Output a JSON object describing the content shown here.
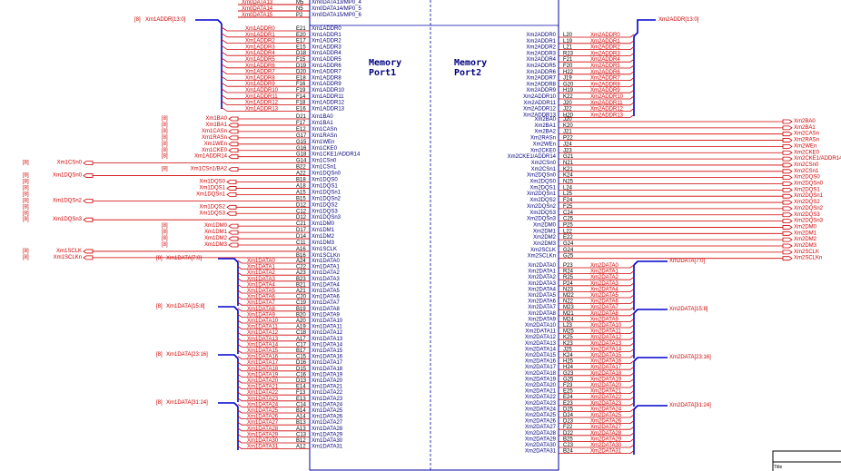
{
  "colors": {
    "wire": "#d00000",
    "bus": "#0000cc",
    "pin_text": "#000080",
    "box": "#0000a0",
    "background": "#ffffff"
  },
  "ports": {
    "port1": [
      "Memory",
      "Port1"
    ],
    "port2": [
      "Memory",
      "Port2"
    ]
  },
  "title_block": {
    "label": "Title"
  },
  "left": {
    "top_pins": [
      {
        "pin": "Xm0DATA13/MP0_4",
        "num": "M5",
        "net": "Xm0DATA13"
      },
      {
        "pin": "Xm0DATA14/MP0_5",
        "num": "N5",
        "net": "Xm0DATA14"
      },
      {
        "pin": "Xm0DATA15/MP0_6",
        "num": "P2",
        "net": "Xm0DATA15"
      }
    ],
    "addr_bus": {
      "tag": "[8]",
      "name": "Xm1ADDR[13:0]"
    },
    "addr": [
      {
        "pin": "Xm1ADDR0",
        "num": "E21",
        "net": "Xm1ADDR0"
      },
      {
        "pin": "Xm1ADDR1",
        "num": "E20",
        "net": "Xm1ADDR1"
      },
      {
        "pin": "Xm1ADDR2",
        "num": "E17",
        "net": "Xm1ADDR2"
      },
      {
        "pin": "Xm1ADDR3",
        "num": "E15",
        "net": "Xm1ADDR3"
      },
      {
        "pin": "Xm1ADDR4",
        "num": "D18",
        "net": "Xm1ADDR4"
      },
      {
        "pin": "Xm1ADDR5",
        "num": "F15",
        "net": "Xm1ADDR5"
      },
      {
        "pin": "Xm1ADDR6",
        "num": "D19",
        "net": "Xm1ADDR6"
      },
      {
        "pin": "Xm1ADDR7",
        "num": "D20",
        "net": "Xm1ADDR7"
      },
      {
        "pin": "Xm1ADDR8",
        "num": "E18",
        "net": "Xm1ADDR8"
      },
      {
        "pin": "Xm1ADDR9",
        "num": "F16",
        "net": "Xm1ADDR9"
      },
      {
        "pin": "Xm1ADDR10",
        "num": "F19",
        "net": "Xm1ADDR10"
      },
      {
        "pin": "Xm1ADDR11",
        "num": "F14",
        "net": "Xm1ADDR11"
      },
      {
        "pin": "Xm1ADDR12",
        "num": "F18",
        "net": "Xm1ADDR12"
      },
      {
        "pin": "Xm1ADDR13",
        "num": "E16",
        "net": "Xm1ADDR13"
      }
    ],
    "ctrl": [
      {
        "pin": "Xm1BA0",
        "num": "D21",
        "net": "Xm1BA0",
        "tag": "[8]",
        "port": "out",
        "align": "near"
      },
      {
        "pin": "Xm1BA1",
        "num": "F17",
        "net": "Xm1BA1",
        "tag": "[8]",
        "port": "out",
        "align": "near"
      },
      {
        "pin": "Xm1CASn",
        "num": "E12",
        "net": "Xm1CASn",
        "tag": "[8]",
        "port": "out",
        "align": "near"
      },
      {
        "pin": "Xm1RASn",
        "num": "G17",
        "net": "Xm1RASn",
        "tag": "[8]",
        "port": "out",
        "align": "near"
      },
      {
        "pin": "Xm1WEn",
        "num": "G15",
        "net": "Xm1WEn",
        "tag": "[8]",
        "port": "out",
        "align": "near"
      },
      {
        "pin": "Xm1CKE0",
        "num": "G16",
        "net": "Xm1CKE0",
        "tag": "[8]",
        "port": "out",
        "align": "near"
      },
      {
        "pin": "Xm1CKE1/ADDR14",
        "num": "G18",
        "net": "Xm1ADDR14",
        "tag": "[8]",
        "port": "out",
        "align": "near"
      },
      {
        "pin": "Xm1CSn0",
        "num": "G14",
        "net": "Xm1CSn0",
        "tag": "[8]",
        "port": "out",
        "align": "far"
      },
      {
        "pin": "Xm1CSn1",
        "num": "B22",
        "net": "Xm1CSn1/BA2",
        "tag": "[8]",
        "port": "out",
        "align": "near"
      },
      {
        "pin": "Xm1DQSn0",
        "num": "A22",
        "net": "Xm1DQSn0",
        "tag": "[8]",
        "port": "bi",
        "align": "far"
      },
      {
        "pin": "Xm1DQS0",
        "num": "B18",
        "net": "Xm1DQS0",
        "tag": "[8]",
        "port": "bi",
        "align": "mid"
      },
      {
        "pin": "Xm1DQS1",
        "num": "A18",
        "net": "Xm1DQS1",
        "tag": "[8]",
        "port": "bi",
        "align": "mid"
      },
      {
        "pin": "Xm1DQSn1",
        "num": "A15",
        "net": "Xm1DQSn1",
        "tag": "[8]",
        "port": "bi",
        "align": "mid"
      },
      {
        "pin": "Xm1DQSn2",
        "num": "B15",
        "net": "Xm1DQSn2",
        "tag": "[8]",
        "port": "bi",
        "align": "far"
      },
      {
        "pin": "Xm1DQS2",
        "num": "D12",
        "net": "Xm1DQS2",
        "tag": "[8]",
        "port": "bi",
        "align": "mid"
      },
      {
        "pin": "Xm1DQS3",
        "num": "C12",
        "net": "Xm1DQS3",
        "tag": "[8]",
        "port": "bi",
        "align": "mid"
      },
      {
        "pin": "Xm1DQSn3",
        "num": "D12",
        "net": "Xm1DQSn3",
        "tag": "[8]",
        "port": "bi",
        "align": "far"
      },
      {
        "pin": "Xm1DM0",
        "num": "C21",
        "net": "Xm1DM0",
        "tag": "[8]",
        "port": "out",
        "align": "near"
      },
      {
        "pin": "Xm1DM1",
        "num": "D17",
        "net": "Xm1DM1",
        "tag": "[8]",
        "port": "out",
        "align": "near"
      },
      {
        "pin": "Xm1DM2",
        "num": "D14",
        "net": "Xm1DM2",
        "tag": "[8]",
        "port": "out",
        "align": "near"
      },
      {
        "pin": "Xm1DM3",
        "num": "C11",
        "net": "Xm1DM3",
        "tag": "[8]",
        "port": "out",
        "align": "near"
      },
      {
        "pin": "Xm1SCLK",
        "num": "A16",
        "net": "Xm1SCLK",
        "tag": "[8]",
        "port": "out",
        "align": "far"
      },
      {
        "pin": "Xm1SCLKn",
        "num": "B16",
        "net": "Xm1SCLKn",
        "tag": "[8]",
        "port": "out",
        "align": "far"
      }
    ],
    "data_buses": [
      {
        "tag": "[8]",
        "name": "Xm1DATA[7:0]"
      },
      {
        "tag": "[8]",
        "name": "Xm1DATA[15:8]"
      },
      {
        "tag": "[8]",
        "name": "Xm1DATA[23:16]"
      },
      {
        "tag": "[8]",
        "name": "Xm1DATA[31:24]"
      }
    ],
    "data": [
      {
        "pin": "Xm1DATA0",
        "num": "A24",
        "net": "Xm1DATA0"
      },
      {
        "pin": "Xm1DATA1",
        "num": "C22",
        "net": "Xm1DATA1"
      },
      {
        "pin": "Xm1DATA2",
        "num": "A23",
        "net": "Xm1DATA2"
      },
      {
        "pin": "Xm1DATA3",
        "num": "B23",
        "net": "Xm1DATA3"
      },
      {
        "pin": "Xm1DATA4",
        "num": "B21",
        "net": "Xm1DATA4"
      },
      {
        "pin": "Xm1DATA5",
        "num": "A21",
        "net": "Xm1DATA5"
      },
      {
        "pin": "Xm1DATA6",
        "num": "C20",
        "net": "Xm1DATA6"
      },
      {
        "pin": "Xm1DATA7",
        "num": "C19",
        "net": "Xm1DATA7"
      },
      {
        "pin": "Xm1DATA8",
        "num": "B19",
        "net": "Xm1DATA8"
      },
      {
        "pin": "Xm1DATA9",
        "num": "B20",
        "net": "Xm1DATA9"
      },
      {
        "pin": "Xm1DATA10",
        "num": "A20",
        "net": "Xm1DATA10"
      },
      {
        "pin": "Xm1DATA11",
        "num": "A19",
        "net": "Xm1DATA11"
      },
      {
        "pin": "Xm1DATA12",
        "num": "C18",
        "net": "Xm1DATA12"
      },
      {
        "pin": "Xm1DATA13",
        "num": "A17",
        "net": "Xm1DATA13"
      },
      {
        "pin": "Xm1DATA14",
        "num": "C17",
        "net": "Xm1DATA14"
      },
      {
        "pin": "Xm1DATA15",
        "num": "B17",
        "net": "Xm1DATA15"
      },
      {
        "pin": "Xm1DATA16",
        "num": "C15",
        "net": "Xm1DATA16"
      },
      {
        "pin": "Xm1DATA17",
        "num": "D16",
        "net": "Xm1DATA17"
      },
      {
        "pin": "Xm1DATA18",
        "num": "D15",
        "net": "Xm1DATA18"
      },
      {
        "pin": "Xm1DATA19",
        "num": "C16",
        "net": "Xm1DATA19"
      },
      {
        "pin": "Xm1DATA20",
        "num": "D13",
        "net": "Xm1DATA20"
      },
      {
        "pin": "Xm1DATA21",
        "num": "E14",
        "net": "Xm1DATA21"
      },
      {
        "pin": "Xm1DATA22",
        "num": "F13",
        "net": "Xm1DATA22"
      },
      {
        "pin": "Xm1DATA23",
        "num": "E13",
        "net": "Xm1DATA23"
      },
      {
        "pin": "Xm1DATA24",
        "num": "C14",
        "net": "Xm1DATA24"
      },
      {
        "pin": "Xm1DATA25",
        "num": "B14",
        "net": "Xm1DATA25"
      },
      {
        "pin": "Xm1DATA26",
        "num": "A14",
        "net": "Xm1DATA26"
      },
      {
        "pin": "Xm1DATA27",
        "num": "B13",
        "net": "Xm1DATA27"
      },
      {
        "pin": "Xm1DATA28",
        "num": "A13",
        "net": "Xm1DATA28"
      },
      {
        "pin": "Xm1DATA29",
        "num": "C13",
        "net": "Xm1DATA29"
      },
      {
        "pin": "Xm1DATA30",
        "num": "B12",
        "net": "Xm1DATA30"
      },
      {
        "pin": "Xm1DATA31",
        "num": "A12",
        "net": "Xm1DATA31"
      }
    ]
  },
  "right": {
    "addr_bus": {
      "name": "Xm2ADDR[13:0]"
    },
    "addr": [
      {
        "pin": "Xm2ADDR0",
        "num": "L20",
        "net": "Xm2ADDR0"
      },
      {
        "pin": "Xm2ADDR1",
        "num": "L19",
        "net": "Xm2ADDR1"
      },
      {
        "pin": "Xm2ADDR2",
        "num": "L21",
        "net": "Xm2ADDR2"
      },
      {
        "pin": "Xm2ADDR3",
        "num": "R23",
        "net": "Xm2ADDR3"
      },
      {
        "pin": "Xm2ADDR4",
        "num": "F21",
        "net": "Xm2ADDR4"
      },
      {
        "pin": "Xm2ADDR5",
        "num": "F20",
        "net": "Xm2ADDR5"
      },
      {
        "pin": "Xm2ADDR6",
        "num": "H22",
        "net": "Xm2ADDR6"
      },
      {
        "pin": "Xm2ADDR7",
        "num": "J19",
        "net": "Xm2ADDR7"
      },
      {
        "pin": "Xm2ADDR8",
        "num": "G20",
        "net": "Xm2ADDR8"
      },
      {
        "pin": "Xm2ADDR9",
        "num": "H19",
        "net": "Xm2ADDR9"
      },
      {
        "pin": "Xm2ADDR10",
        "num": "K22",
        "net": "Xm2ADDR10"
      },
      {
        "pin": "Xm2ADDR11",
        "num": "J20",
        "net": "Xm2ADDR11"
      },
      {
        "pin": "Xm2ADDR12",
        "num": "J22",
        "net": "Xm2ADDR12"
      },
      {
        "pin": "Xm2ADDR13",
        "num": "H20",
        "net": "Xm2ADDR13"
      }
    ],
    "ctrl": [
      {
        "pin": "Xm2BA0",
        "num": "J20",
        "net": "Xm2BA0",
        "port": "out"
      },
      {
        "pin": "Xm2BA1",
        "num": "K20",
        "net": "Xm2BA1",
        "port": "out"
      },
      {
        "pin": "Xm2BA2",
        "num": "J21",
        "net": "Xm2CASn",
        "port": "out"
      },
      {
        "pin": "Xm2RASn",
        "num": "P22",
        "net": "Xm2RASn",
        "port": "out"
      },
      {
        "pin": "Xm2WEn",
        "num": "J24",
        "net": "Xm2WEn",
        "port": "out"
      },
      {
        "pin": "Xm2CKE0",
        "num": "J23",
        "net": "Xm2CKE0",
        "port": "out"
      },
      {
        "pin": "Xm2CKE1/ADDR14",
        "num": "G21",
        "net": "Xm2CKE1/ADDR14",
        "port": "out"
      },
      {
        "pin": "Xm2CSn0",
        "num": "N21",
        "net": "Xm2CSn0",
        "port": "out"
      },
      {
        "pin": "Xm2CSn1",
        "num": "K21",
        "net": "Xm2CSn1",
        "port": "out"
      },
      {
        "pin": "Xm2DQSn0",
        "num": "K24",
        "net": "Xm2DQS0",
        "port": "bi"
      },
      {
        "pin": "Xm2DQS0",
        "num": "N25",
        "net": "Xm2DQSn0",
        "port": "bi"
      },
      {
        "pin": "Xm2DQS1",
        "num": "L24",
        "net": "Xm2DQS1",
        "port": "bi"
      },
      {
        "pin": "Xm2DQSn1",
        "num": "L25",
        "net": "Xm2DQSn1",
        "port": "bi"
      },
      {
        "pin": "Xm2DQS2",
        "num": "F24",
        "net": "Xm2DQS2",
        "port": "bi"
      },
      {
        "pin": "Xm2DQSn2",
        "num": "F25",
        "net": "Xm2DQSn2",
        "port": "bi"
      },
      {
        "pin": "Xm2DQS3",
        "num": "C24",
        "net": "Xm2DQS3",
        "port": "bi"
      },
      {
        "pin": "Xm2DQSn3",
        "num": "C25",
        "net": "Xm2DQSn3",
        "port": "bi"
      },
      {
        "pin": "Xm2DM0",
        "num": "P25",
        "net": "Xm2DM0",
        "port": "out"
      },
      {
        "pin": "Xm2DM1",
        "num": "L22",
        "net": "Xm2DM1",
        "port": "out"
      },
      {
        "pin": "Xm2DM2",
        "num": "E22",
        "net": "Xm2DM2",
        "port": "out"
      },
      {
        "pin": "Xm2DM3",
        "num": "G24",
        "net": "Xm2DM3",
        "port": "out"
      },
      {
        "pin": "Xm2SCLK",
        "num": "G24",
        "net": "Xm2SCLK",
        "port": "out"
      },
      {
        "pin": "Xm2SCLKn",
        "num": "G25",
        "net": "Xm2SCLKn",
        "port": "out"
      }
    ],
    "data_buses": [
      {
        "name": "Xm2DATA[7:0]"
      },
      {
        "name": "Xm2DATA[15:8]"
      },
      {
        "name": "Xm2DATA[23:16]"
      },
      {
        "name": "Xm2DATA[31:24]"
      }
    ],
    "data": [
      {
        "pin": "Xm2DATA0",
        "num": "P23",
        "net": "Xm2DATA0"
      },
      {
        "pin": "Xm2DATA1",
        "num": "R24",
        "net": "Xm2DATA1"
      },
      {
        "pin": "Xm2DATA2",
        "num": "R25",
        "net": "Xm2DATA2"
      },
      {
        "pin": "Xm2DATA3",
        "num": "P24",
        "net": "Xm2DATA3"
      },
      {
        "pin": "Xm2DATA4",
        "num": "N23",
        "net": "Xm2DATA4"
      },
      {
        "pin": "Xm2DATA5",
        "num": "M22",
        "net": "Xm2DATA5"
      },
      {
        "pin": "Xm2DATA6",
        "num": "N22",
        "net": "Xm2DATA6"
      },
      {
        "pin": "Xm2DATA7",
        "num": "M23",
        "net": "Xm2DATA7"
      },
      {
        "pin": "Xm2DATA8",
        "num": "M21",
        "net": "Xm2DATA8"
      },
      {
        "pin": "Xm2DATA9",
        "num": "M24",
        "net": "Xm2DATA9"
      },
      {
        "pin": "Xm2DATA10",
        "num": "L23",
        "net": "Xm2DATA10"
      },
      {
        "pin": "Xm2DATA11",
        "num": "M25",
        "net": "Xm2DATA11"
      },
      {
        "pin": "Xm2DATA12",
        "num": "K25",
        "net": "Xm2DATA12"
      },
      {
        "pin": "Xm2DATA13",
        "num": "K23",
        "net": "Xm2DATA13"
      },
      {
        "pin": "Xm2DATA14",
        "num": "J25",
        "net": "Xm2DATA14"
      },
      {
        "pin": "Xm2DATA15",
        "num": "K24",
        "net": "Xm2DATA15"
      },
      {
        "pin": "Xm2DATA16",
        "num": "H25",
        "net": "Xm2DATA16"
      },
      {
        "pin": "Xm2DATA17",
        "num": "H24",
        "net": "Xm2DATA17"
      },
      {
        "pin": "Xm2DATA18",
        "num": "G23",
        "net": "Xm2DATA18"
      },
      {
        "pin": "Xm2DATA19",
        "num": "G25",
        "net": "Xm2DATA19"
      },
      {
        "pin": "Xm2DATA20",
        "num": "F23",
        "net": "Xm2DATA20"
      },
      {
        "pin": "Xm2DATA21",
        "num": "E25",
        "net": "Xm2DATA21"
      },
      {
        "pin": "Xm2DATA22",
        "num": "E24",
        "net": "Xm2DATA22"
      },
      {
        "pin": "Xm2DATA23",
        "num": "E23",
        "net": "Xm2DATA23"
      },
      {
        "pin": "Xm2DATA24",
        "num": "D25",
        "net": "Xm2DATA24"
      },
      {
        "pin": "Xm2DATA25",
        "num": "D24",
        "net": "Xm2DATA25"
      },
      {
        "pin": "Xm2DATA26",
        "num": "D23",
        "net": "Xm2DATA26"
      },
      {
        "pin": "Xm2DATA27",
        "num": "F22",
        "net": "Xm2DATA27"
      },
      {
        "pin": "Xm2DATA28",
        "num": "D22",
        "net": "Xm2DATA28"
      },
      {
        "pin": "Xm2DATA29",
        "num": "B25",
        "net": "Xm2DATA29"
      },
      {
        "pin": "Xm2DATA30",
        "num": "C23",
        "net": "Xm2DATA30"
      },
      {
        "pin": "Xm2DATA31",
        "num": "B24",
        "net": "Xm2DATA31"
      }
    ]
  }
}
